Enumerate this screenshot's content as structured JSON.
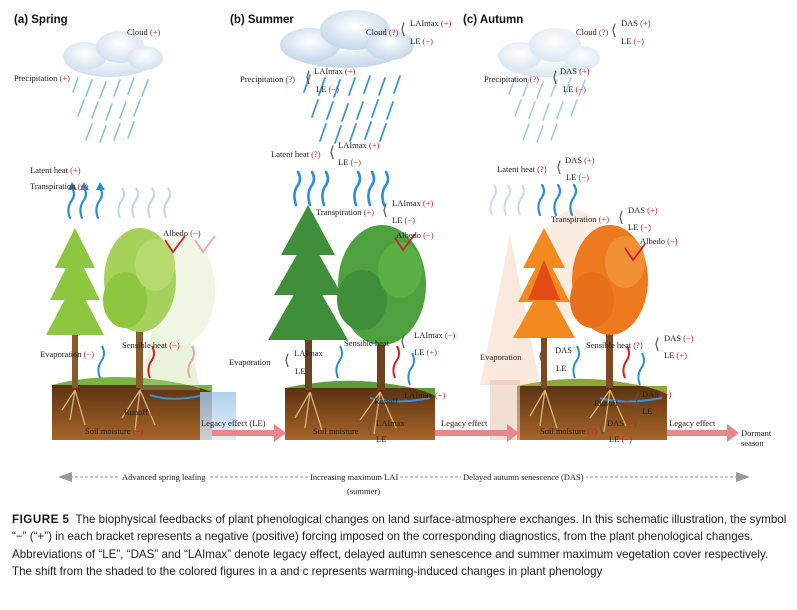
{
  "panels": {
    "spring": {
      "title": "(a) Spring",
      "cloud": "Cloud (+)",
      "precip": "Precipitation (+)",
      "latent": "Latent heat (+)",
      "transp": "Transpiration (+)",
      "albedo": "Albedo (−)",
      "evap": "Evaporation (−)",
      "sensible": "Sensible heat (−)",
      "runoff": "Runoff (−)",
      "soil": "Soil moisture (−)",
      "legacy": "Legacy effect (LE)"
    },
    "summer": {
      "title": "(b) Summer",
      "cloud": "Cloud (?)",
      "cloud_a": "LAImax (+)",
      "cloud_b": "LE (−)",
      "precip": "Precipitation (?)",
      "precip_a": "LAImax (+)",
      "precip_b": "LE (−)",
      "latent": "Latent heat (?)",
      "latent_a": "LAImax (+)",
      "latent_b": "LE (−)",
      "transp": "Transpiration (+)",
      "transp_a": "LAImax (+)",
      "transp_b": "LE (−)",
      "albedo": "Albedo (−)",
      "evap": "Evaporation",
      "evap_a": "LAImax",
      "evap_b": "LE",
      "sensible": "Sensible heat",
      "sensible_a": "LAImax (−)",
      "sensible_b": "LE (+)",
      "runoff": "Runoff",
      "runoff_a": "LAImax (−)",
      "soil": "Soil moisture",
      "soil_a": "LAImax",
      "soil_b": "LE",
      "legacy": "Legacy effect"
    },
    "autumn": {
      "title": "(c) Autumn",
      "cloud": "Cloud (?)",
      "cloud_a": "DAS (+)",
      "cloud_b": "LE (−)",
      "precip": "Precipitation (?)",
      "precip_a": "DAS (+)",
      "precip_b": "LE (−)",
      "latent": "Latent heat (?)",
      "latent_a": "DAS (+)",
      "latent_b": "LE (−)",
      "transp": "Transpiration (+)",
      "transp_a": "DAS (+)",
      "transp_b": "LE (−)",
      "albedo": "Albedo (−)",
      "evap": "Evaporation",
      "evap_a": "DAS",
      "evap_b": "LE",
      "sensible": "Sensible heat (?)",
      "sensible_a": "DAS (−)",
      "sensible_b": "LE (+)",
      "runoff": "Runoff (?)",
      "runoff_a": "DAS (−)",
      "runoff_b": "LE (−)",
      "soil": "Soil moisture (?)",
      "soil_a": "DAS (−)",
      "soil_b": "LE (−)",
      "legacy": "Legacy effect",
      "dormant": "Dormant season"
    }
  },
  "timeline": {
    "left": "Advanced spring leafing",
    "middle": "Increasing maximum LAI",
    "middle_sub": "(summer)",
    "right": "Delayed autumn senescence (DAS)"
  },
  "caption": {
    "label": "FIGURE 5",
    "text": "The biophysical feedbacks of plant phenological changes on land surface-atmosphere exchanges. In this schematic illustration, the symbol “−” (“+”) in each bracket represents a negative (positive) forcing imposed on the corresponding diagnostics, from the plant phenological changes. Abbreviations of “LE”, “DAS” and “LAImax” denote legacy effect, delayed autumn senescence and summer maximum vegetation cover respectively. The shift from the shaded to the colored figures in a and c represents warming-induced changes in plant phenology"
  },
  "colors": {
    "soil": "#7b4a22",
    "water": "#bcd7ef",
    "spring_tree": "#8dc63f",
    "summer_tree": "#3f8f3a",
    "autumn_tree": "#e8701a",
    "arrow_blue": "#2a8fd6",
    "arrow_red": "#d01f26"
  }
}
